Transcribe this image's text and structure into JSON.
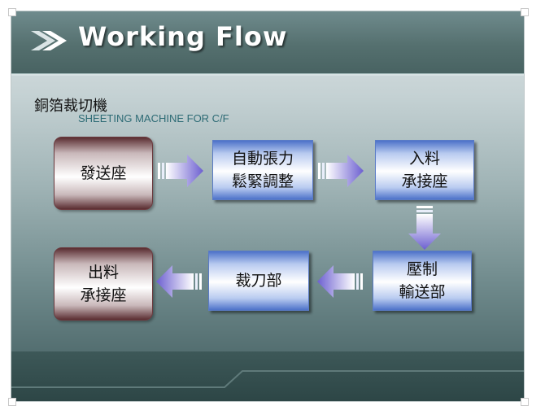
{
  "header": {
    "title": "Working Flow"
  },
  "machine": {
    "name_cn": "銅箔裁切機",
    "name_en": "SHEETING MACHINE FOR C/F"
  },
  "flow": {
    "steps": [
      {
        "label": "發送座"
      },
      {
        "label": "自動張力\n鬆緊調整"
      },
      {
        "label": "入料\n承接座"
      },
      {
        "label": "壓制\n輸送部"
      },
      {
        "label": "裁刀部"
      },
      {
        "label": "出料\n承接座"
      }
    ]
  },
  "colors": {
    "header_bg": "#55706f",
    "start_end_box": "#5a2d31",
    "process_box": "#4d72c9",
    "arrow": "#7b6fd6"
  }
}
